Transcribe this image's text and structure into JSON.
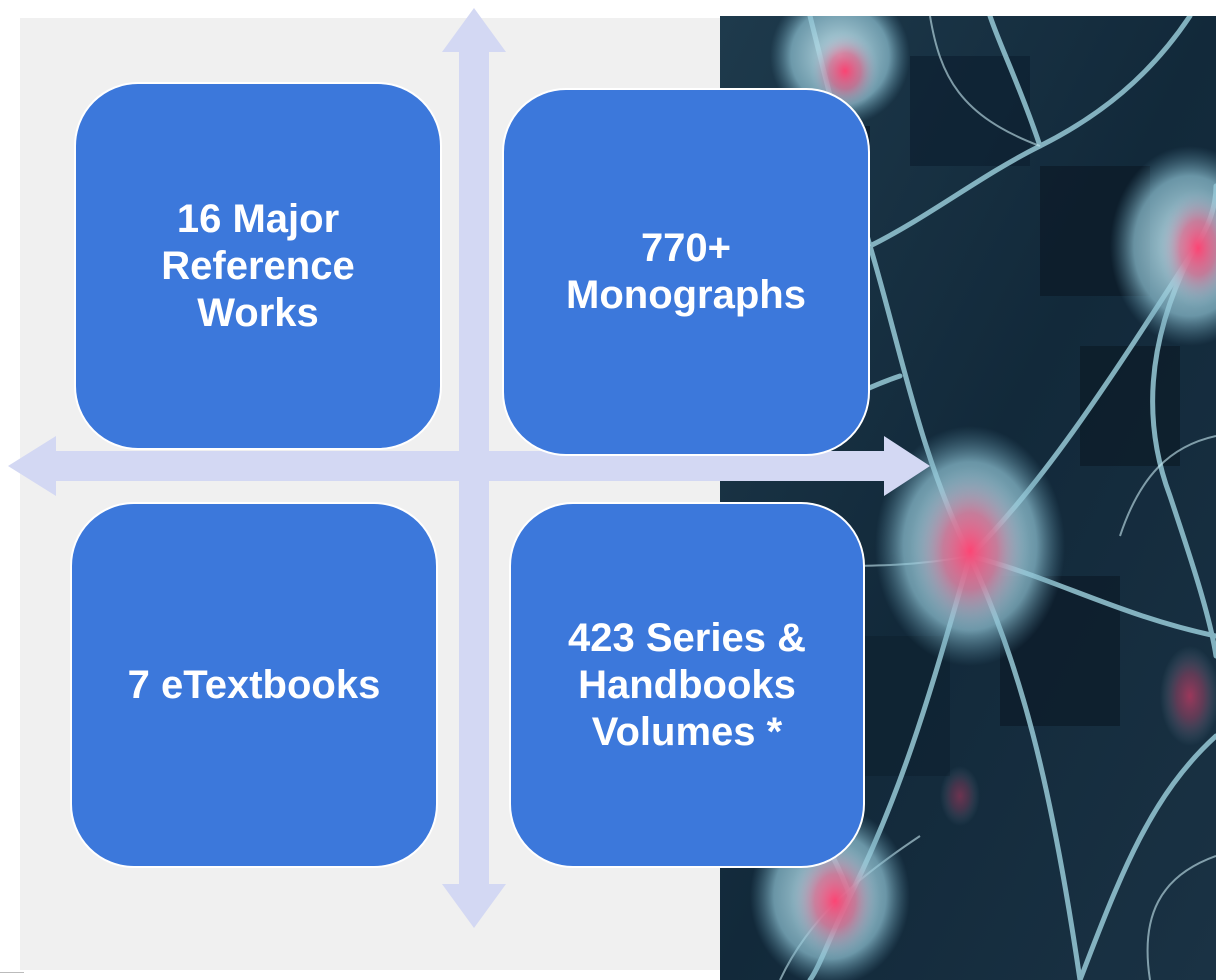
{
  "diagram": {
    "boxes": [
      {
        "text": "16 Major\nReference\nWorks"
      },
      {
        "text": "770+\nMonographs"
      },
      {
        "text": "7 eTextbooks"
      },
      {
        "text": "423 Series &\nHandbooks\nVolumes *"
      }
    ]
  },
  "colors": {
    "box_fill": "#3c78db",
    "arrow": "#d3d8f3",
    "panel_bg": "#f0f0f0"
  }
}
